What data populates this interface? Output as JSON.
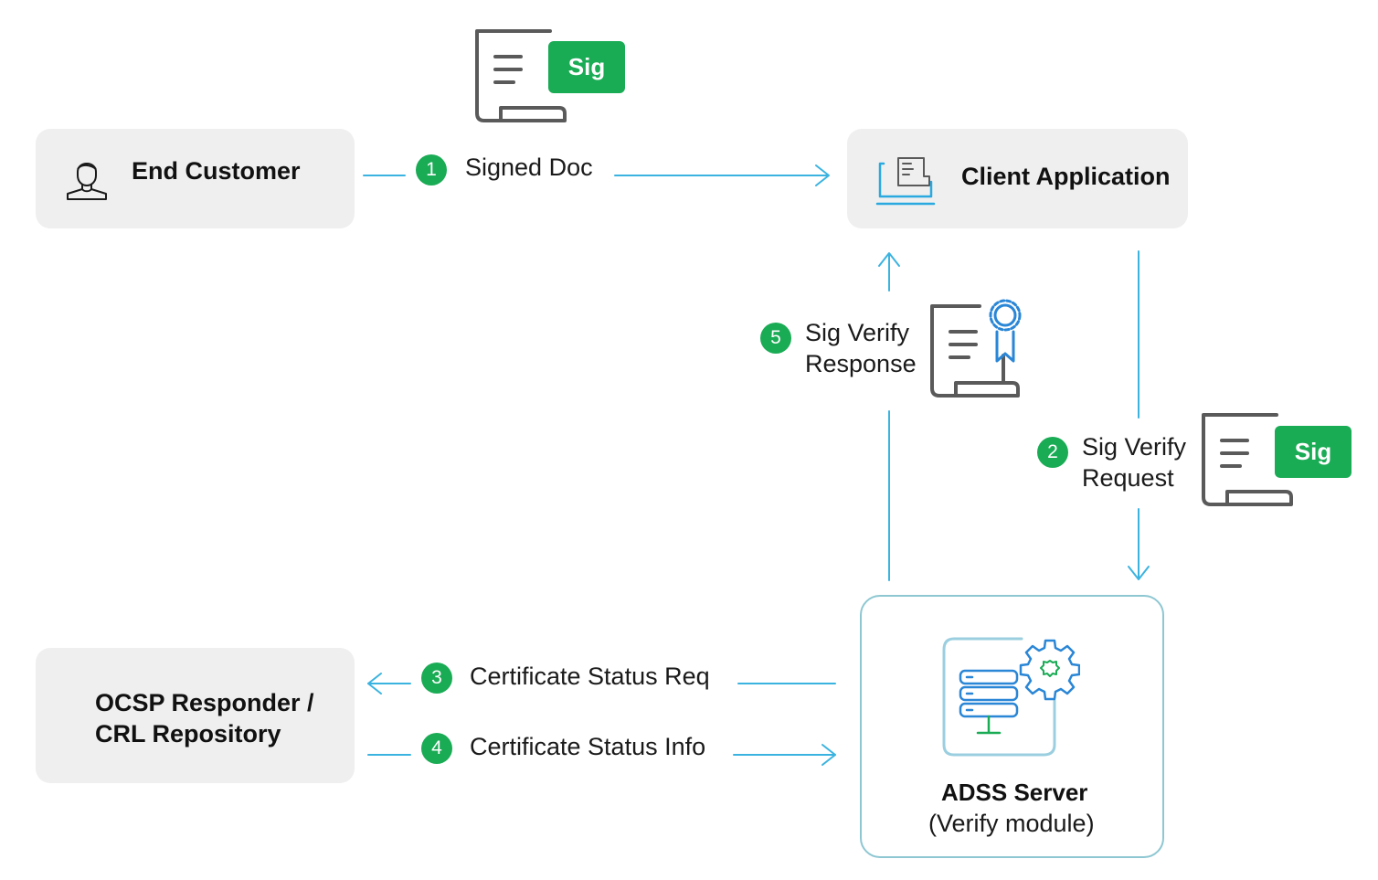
{
  "nodes": {
    "end_customer": "End Customer",
    "client_application": "Client Application",
    "ocsp_line1": "OCSP Responder /",
    "ocsp_line2": "CRL Repository",
    "adss_title": "ADSS Server",
    "adss_subtitle": "(Verify module)"
  },
  "steps": [
    {
      "number": "1",
      "label_line1": "Signed Doc"
    },
    {
      "number": "2",
      "label_line1": "Sig Verify",
      "label_line2": "Request"
    },
    {
      "number": "3",
      "label_line1": "Certificate Status Req"
    },
    {
      "number": "4",
      "label_line1": "Certificate Status Info"
    },
    {
      "number": "5",
      "label_line1": "Sig Verify",
      "label_line2": "Response"
    }
  ],
  "sig_tag": "Sig",
  "colors": {
    "arrow": "#3bb3e0",
    "badge": "#1aab55",
    "box_bg": "#efefef",
    "server_border": "#8ec7d2",
    "icon_gray": "#5a5a5a",
    "icon_blue": "#2a86d6"
  },
  "icons": [
    "person-icon",
    "document-icon",
    "laptop-icon",
    "certificate-icon",
    "server-gear-icon"
  ]
}
